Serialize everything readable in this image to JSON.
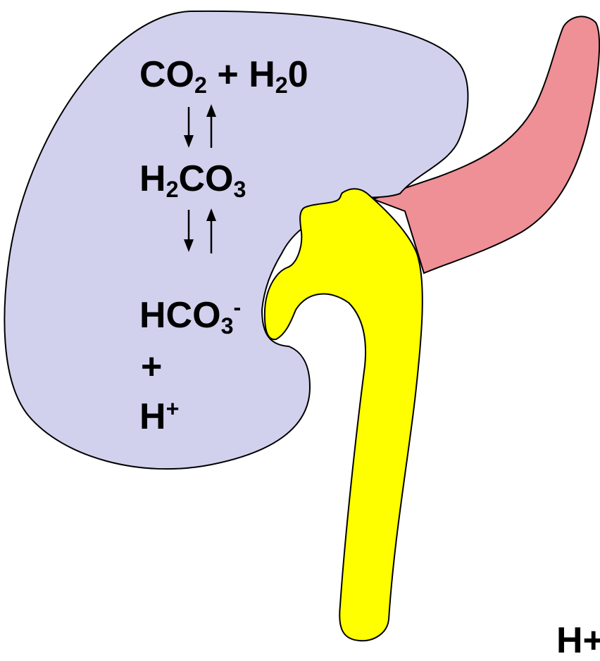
{
  "colors": {
    "cell": "#d1d1ee",
    "vessel": "#ef8f96",
    "duct": "#ffff00",
    "outline": "#000000",
    "background": "#ffffff"
  },
  "equation_1": {
    "co2_base": "CO",
    "co2_sub": "2",
    "plus": "+",
    "h2o_base": "H",
    "h2o_sub": "2",
    "h2o_tail": "0"
  },
  "equation_2": {
    "h": "H",
    "h_sub": "2",
    "co": "CO",
    "co_sub": "3"
  },
  "equation_3": {
    "base": "HCO",
    "sub": "3",
    "sup": "-"
  },
  "plus_sign": "+",
  "hydrogen_ion": {
    "base": "H",
    "sup": "+"
  },
  "hydrogen_ion_secreted": {
    "text": "H+"
  },
  "icons": {
    "arrow_pair_1": "down-up-arrow-pair-icon",
    "arrow_pair_2": "down-up-arrow-pair-icon"
  }
}
